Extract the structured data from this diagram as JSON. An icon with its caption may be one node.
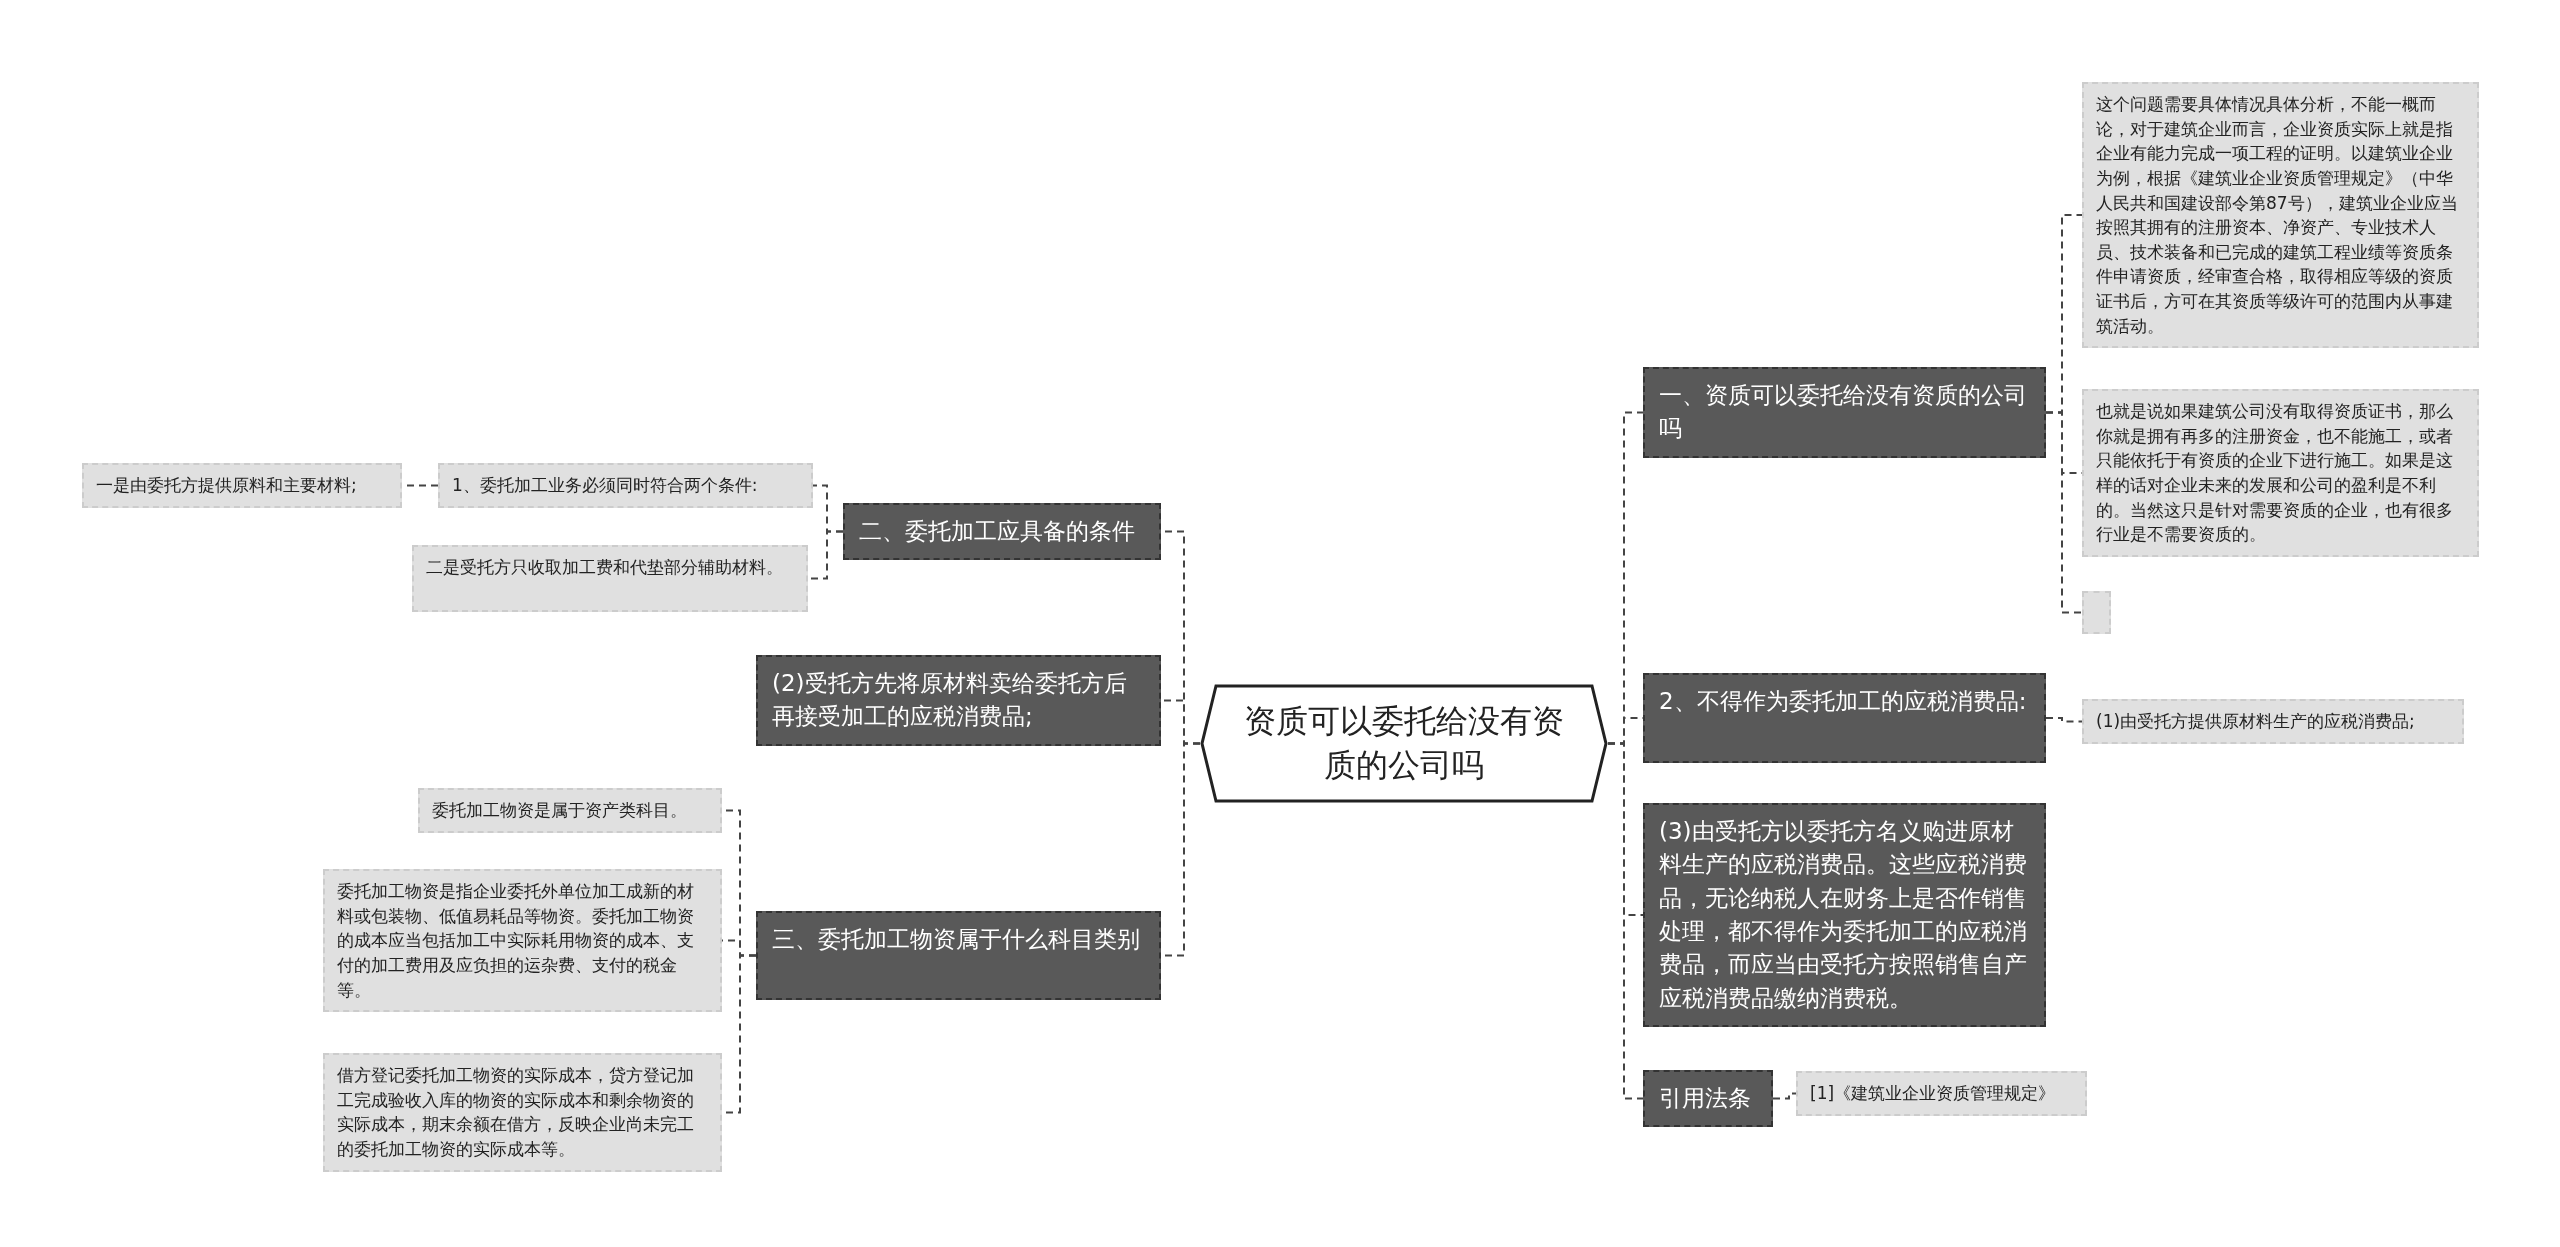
{
  "diagram": {
    "nodes": [
      {
        "text": [
          "资质可以委托给没有资质的公司吗"
        ]
      },
      {
        "text": [
          "二、委托加工应具备的条件"
        ]
      },
      {
        "text": [
          "1、委托加工业务必须同时符合两个条件:"
        ]
      },
      {
        "text": [
          "一是由委托方提供原料和主要材料;"
        ]
      },
      {
        "text": [
          "二是受托方只收取加工费和代垫部分辅助材料。"
        ]
      },
      {
        "text": [
          "(2)受托方先将原材料卖给委托方后再接受加工的应税消费品;"
        ]
      },
      {
        "text": [
          "三、委托加工物资属于什么科目类别"
        ]
      },
      {
        "text": [
          "委托加工物资是属于资产类科目。"
        ]
      },
      {
        "text": [
          "委托加工物资是指企业委托外单位加工成新的材料或包装物、低值易耗品等物资。委托加工物资的成本应当包括加工中实际耗用物资的成本、支付的加工费用及应负担的运杂费、支付的税金等。"
        ]
      },
      {
        "text": [
          "借方登记委托加工物资的实际成本，贷方登记加工完成验收入库的物资的实际成本和剩余物资的实际成本，期末余额在借方，反映企业尚未完工的委托加工物资的实际成本等。"
        ]
      },
      {
        "text": [
          "一、资质可以委托给没有资质的公司吗"
        ]
      },
      {
        "text": [
          "这个问题需要具体情况具体分析，不能一概而论，对于建筑企业而言，企业资质实际上就是指企业有能力完成一项工程的证明。以建筑业企业为例，根据《建筑业企业资质管理规定》（中华人民共和国建设部令第87号），建筑业企业应当按照其拥有的注册资本、净资产、专业技术人员、技术装备和已完成的建筑工程业绩等资质条件申请资质，经审查合格，取得相应等级的资质证书后，方可在其资质等级许可的范围内从事建筑活动。"
        ]
      },
      {
        "text": [
          "也就是说如果建筑公司没有取得资质证书，那么你就是拥有再多的注册资金，也不能施工，或者只能依托于有资质的企业下进行施工。如果是这样的话对企业未来的发展和公司的盈利是不利的。当然这只是针对需要资质的企业，也有很多行业是不需要资质的。"
        ]
      },
      {
        "text": [],
        "shape": "box"
      },
      {
        "text": [
          "2、不得作为委托加工的应税消费品:"
        ]
      },
      {
        "text": [
          "(1)由受托方提供原材料生产的应税消费品;"
        ]
      },
      {
        "text": [
          "(3)由受托方以委托方名义购进原材料生产的应税消费品。这些应税消费品，无论纳税人在财务上是否作销售处理，都不得作为委托加工的应税消费品，而应当由受托方按照销售自产应税消费品缴纳消费税。"
        ]
      },
      {
        "text": [
          "引用法条"
        ]
      },
      {
        "text": [
          "[1]《建筑业企业资质管理规定》"
        ]
      }
    ],
    "edges": [
      {
        "from": 0,
        "to": 1,
        "arrow": "none",
        "style": "dashed"
      },
      {
        "from": 1,
        "to": 2,
        "arrow": "none",
        "style": "dashed"
      },
      {
        "from": 2,
        "to": 3,
        "arrow": "none",
        "style": "dashed"
      },
      {
        "from": 1,
        "to": 4,
        "arrow": "none",
        "style": "dashed"
      },
      {
        "from": 0,
        "to": 5,
        "arrow": "none",
        "style": "dashed"
      },
      {
        "from": 0,
        "to": 6,
        "arrow": "none",
        "style": "dashed"
      },
      {
        "from": 6,
        "to": 7,
        "arrow": "none",
        "style": "dashed"
      },
      {
        "from": 6,
        "to": 8,
        "arrow": "none",
        "style": "dashed"
      },
      {
        "from": 6,
        "to": 9,
        "arrow": "none",
        "style": "dashed"
      },
      {
        "from": 0,
        "to": 10,
        "arrow": "none",
        "style": "dashed"
      },
      {
        "from": 10,
        "to": 11,
        "arrow": "none",
        "style": "dashed"
      },
      {
        "from": 10,
        "to": 12,
        "arrow": "none",
        "style": "dashed"
      },
      {
        "from": 10,
        "to": 13,
        "arrow": "none",
        "style": "dashed"
      },
      {
        "from": 0,
        "to": 14,
        "arrow": "none",
        "style": "dashed"
      },
      {
        "from": 14,
        "to": 15,
        "arrow": "none",
        "style": "dashed"
      },
      {
        "from": 0,
        "to": 16,
        "arrow": "none",
        "style": "dashed"
      },
      {
        "from": 0,
        "to": 17,
        "arrow": "none",
        "style": "dashed"
      },
      {
        "from": 17,
        "to": 18,
        "arrow": "none",
        "style": "dashed"
      }
    ]
  }
}
